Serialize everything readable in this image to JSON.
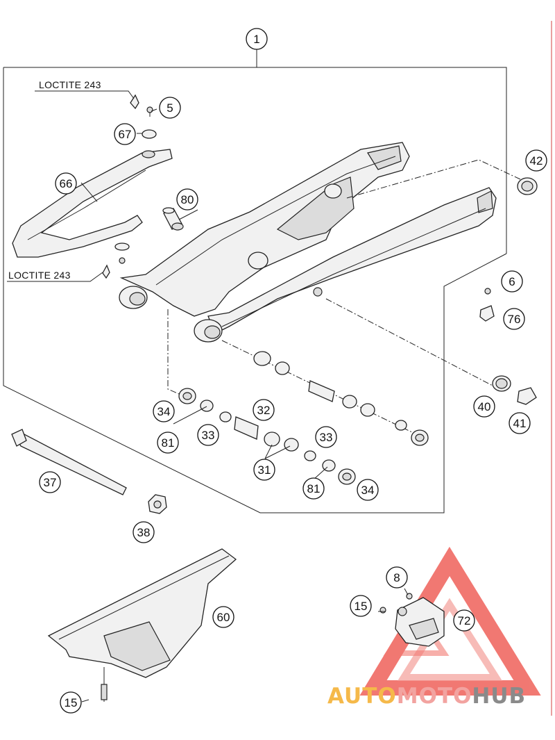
{
  "callouts": {
    "c1": "1",
    "c5": "5",
    "c67": "67",
    "c66": "66",
    "c80": "80",
    "c42": "42",
    "c6": "6",
    "c76": "76",
    "c40": "40",
    "c41": "41",
    "c34a": "34",
    "c81a": "81",
    "c33a": "33",
    "c32": "32",
    "c31": "31",
    "c33b": "33",
    "c81b": "81",
    "c34b": "34",
    "c37": "37",
    "c38": "38",
    "c60": "60",
    "c15a": "15",
    "c15b": "15",
    "c8": "8",
    "c72": "72"
  },
  "labels": {
    "loctite_top": "LOCTITE 243",
    "loctite_mid": "LOCTITE 243"
  },
  "watermark": {
    "part1": "AUTO",
    "part2": "MOTO",
    "part3": "HUB",
    "color1": "#f5b94a",
    "color2": "#f2a3a0",
    "color3": "#8a8a8a",
    "triangle_color": "#f0605a"
  }
}
